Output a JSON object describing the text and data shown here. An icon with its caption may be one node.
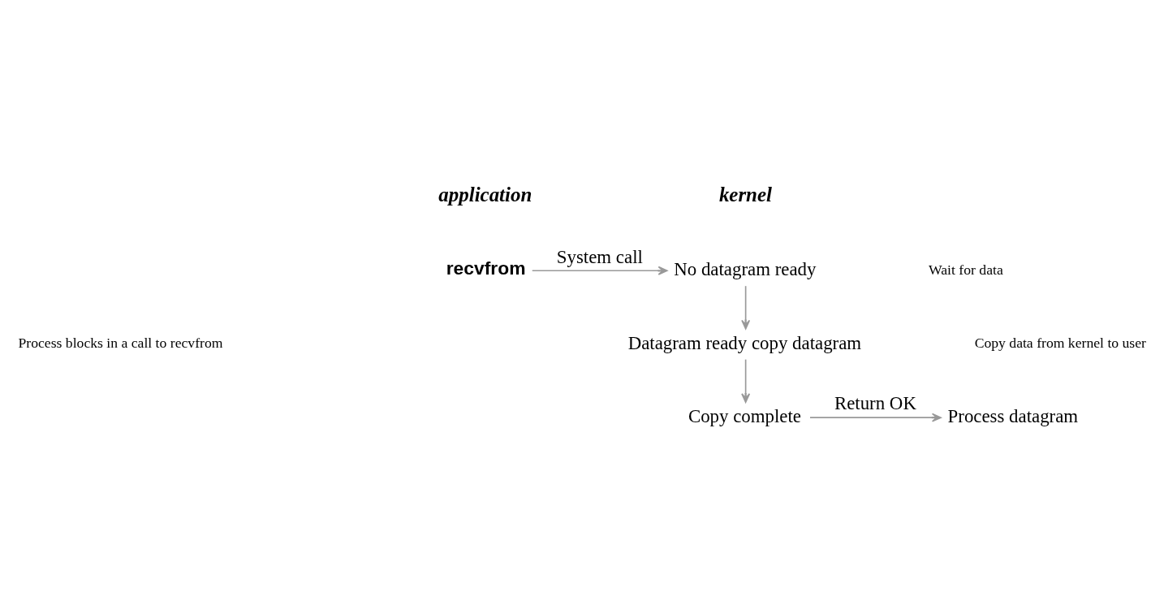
{
  "diagram": {
    "nodes": [
      {
        "text": [
          "recvfrom"
        ]
      },
      {
        "text": [
          "No datagram ready"
        ]
      },
      {
        "text": [
          "Datagram ready copy datagram"
        ]
      },
      {
        "text": [
          "Copy complete"
        ]
      },
      {
        "text": [
          "Process datagram"
        ]
      }
    ],
    "edges": [
      {
        "from": 0,
        "to": 1,
        "arrow": "to",
        "label": "System call"
      },
      {
        "from": 1,
        "to": 2,
        "arrow": "to"
      },
      {
        "from": 2,
        "to": 3,
        "arrow": "to"
      },
      {
        "from": 3,
        "to": 4,
        "arrow": "to",
        "label": "Return OK"
      }
    ],
    "labels": [
      "application",
      "kernel",
      "Wait for data",
      "Process blocks in a call to recvfrom",
      "Copy data from kernel to user"
    ]
  }
}
